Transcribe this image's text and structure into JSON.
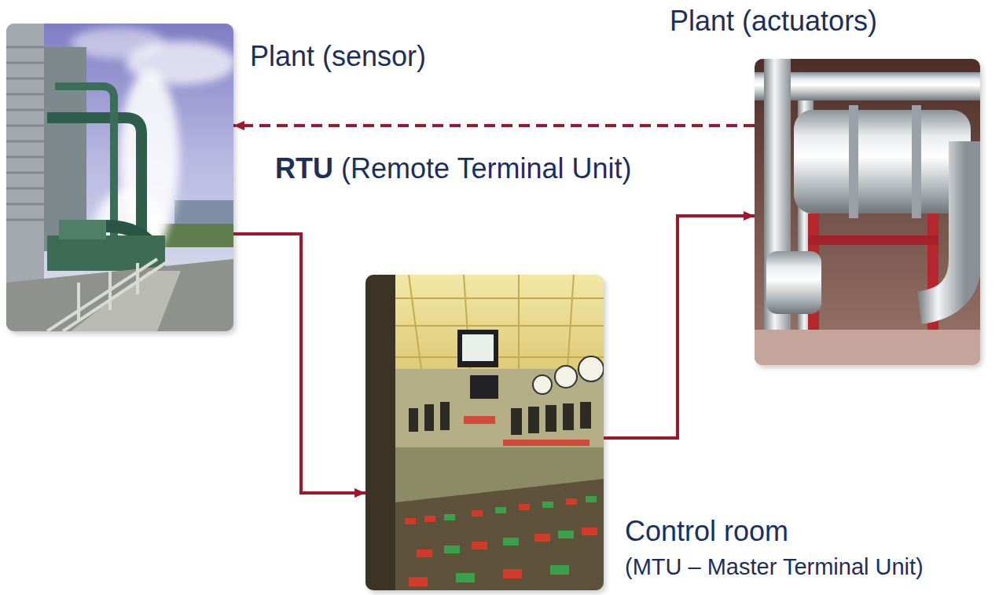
{
  "diagram": {
    "nodes": [
      {
        "text": [
          "Plant (sensor)"
        ]
      },
      {
        "text": [
          "Plant (actuators)"
        ]
      },
      {
        "text": [
          "Control room",
          "(MTU – Master Terminal Unit)"
        ]
      }
    ],
    "edges": [
      {
        "from": 1,
        "to": 0,
        "arrow": "to"
      },
      {
        "from": 0,
        "to": 2,
        "arrow": "to"
      },
      {
        "from": 2,
        "to": 1,
        "arrow": "to"
      }
    ],
    "labels": [
      "RTU",
      "(Remote Terminal Unit)"
    ]
  }
}
